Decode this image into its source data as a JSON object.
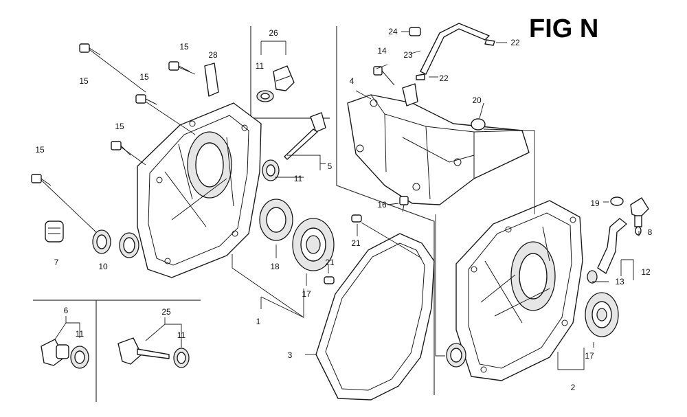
{
  "figure": {
    "title": "FIG N"
  },
  "callouts": {
    "c1": "1",
    "c2": "2",
    "c3": "3",
    "c4": "4",
    "c5": "5",
    "c6": "6",
    "c7": "7",
    "c8": "8",
    "c10": "10",
    "c11a": "11",
    "c11b": "11",
    "c11c": "11",
    "c11d": "11",
    "c12": "12",
    "c13": "13",
    "c14": "14",
    "c15a": "15",
    "c15b": "15",
    "c15c": "15",
    "c15d": "15",
    "c15e": "15",
    "c16": "16",
    "c17a": "17",
    "c17b": "17",
    "c18": "18",
    "c19": "19",
    "c20": "20",
    "c21a": "21",
    "c21b": "21",
    "c22a": "22",
    "c22b": "22",
    "c23": "23",
    "c24": "24",
    "c25": "25",
    "c26": "26",
    "c28": "28"
  }
}
